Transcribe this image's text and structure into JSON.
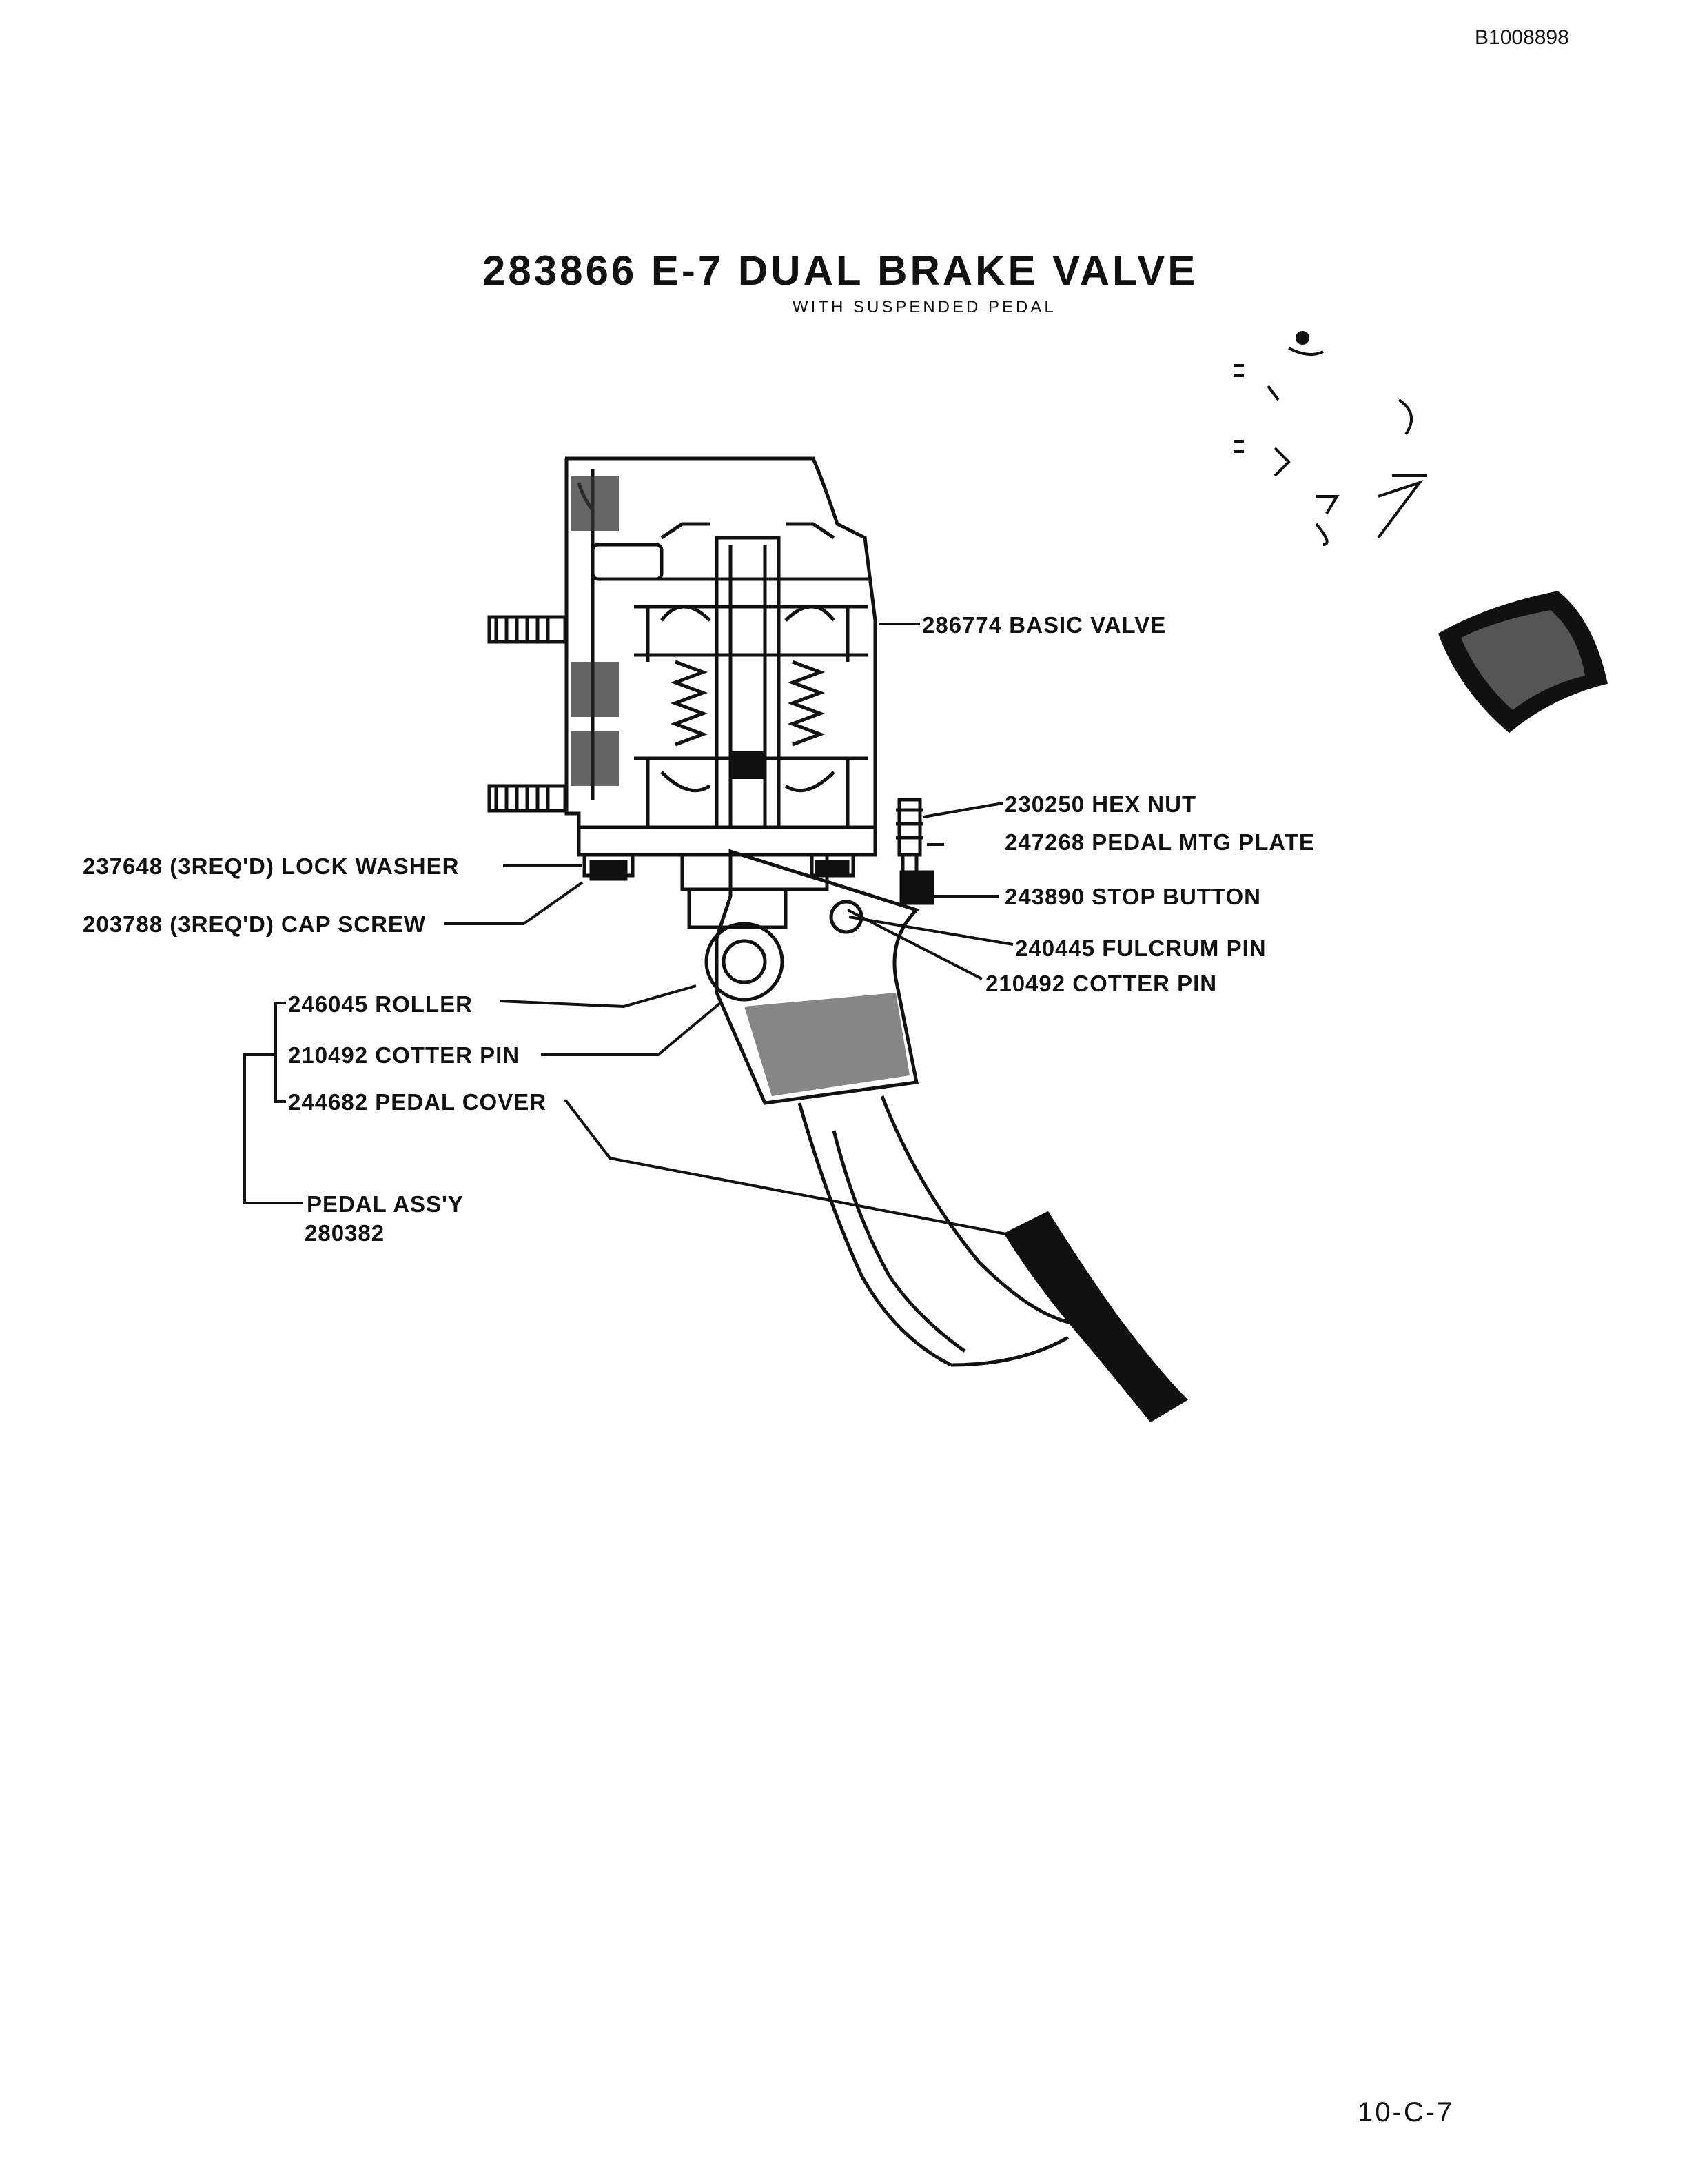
{
  "doc_id": "B1008898",
  "title": "283866 E-7  DUAL BRAKE VALVE",
  "subtitle": "WITH SUSPENDED PEDAL",
  "callouts": {
    "basic_valve": "286774 BASIC VALVE",
    "hex_nut": "230250 HEX NUT",
    "pedal_mtg_plate": "247268 PEDAL MTG PLATE",
    "stop_button": "243890 STOP BUTTON",
    "fulcrum_pin": "240445 FULCRUM  PIN",
    "cotter_pin_right": "210492 COTTER PIN",
    "lock_washer": "237648    (3REQ'D) LOCK WASHER",
    "cap_screw": "203788 (3REQ'D) CAP SCREW",
    "roller": "246045 ROLLER",
    "cotter_pin_left": "210492 COTTER PIN",
    "pedal_cover": "244682 PEDAL COVER",
    "pedal_assy_name": "PEDAL  ASS'Y",
    "pedal_assy_number": "280382"
  },
  "page_number": "10-C-7"
}
